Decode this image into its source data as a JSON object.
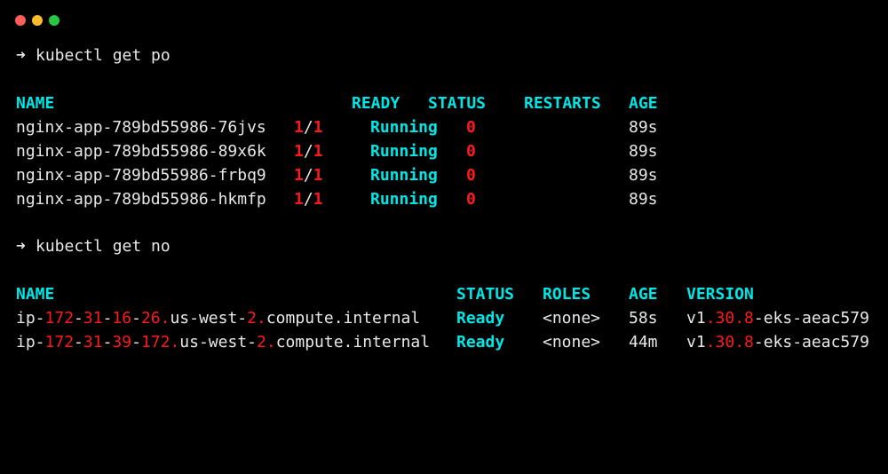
{
  "window": {
    "traffic_lights": [
      {
        "name": "close",
        "color": "#ff5f57"
      },
      {
        "name": "minimize",
        "color": "#febc2e"
      },
      {
        "name": "maximize",
        "color": "#28c840"
      }
    ]
  },
  "colors": {
    "background": "#000000",
    "header": "#00e5e5",
    "highlight": "#ff1a1a",
    "text": "#e8e8e8"
  },
  "commands": [
    {
      "prompt": "➜",
      "text": "kubectl get po"
    },
    {
      "prompt": "➜",
      "text": "kubectl get no"
    }
  ],
  "pods": {
    "headers": [
      "NAME",
      "READY",
      "STATUS",
      "RESTARTS",
      "AGE"
    ],
    "rows": [
      {
        "name": "nginx-app-789bd55986-76jvs",
        "ready_a": "1",
        "ready_sep": "/",
        "ready_b": "1",
        "status": "Running",
        "restarts": "0",
        "age": "89s"
      },
      {
        "name": "nginx-app-789bd55986-89x6k",
        "ready_a": "1",
        "ready_sep": "/",
        "ready_b": "1",
        "status": "Running",
        "restarts": "0",
        "age": "89s"
      },
      {
        "name": "nginx-app-789bd55986-frbq9",
        "ready_a": "1",
        "ready_sep": "/",
        "ready_b": "1",
        "status": "Running",
        "restarts": "0",
        "age": "89s"
      },
      {
        "name": "nginx-app-789bd55986-hkmfp",
        "ready_a": "1",
        "ready_sep": "/",
        "ready_b": "1",
        "status": "Running",
        "restarts": "0",
        "age": "89s"
      }
    ]
  },
  "nodes": {
    "headers": [
      "NAME",
      "STATUS",
      "ROLES",
      "AGE",
      "VERSION"
    ],
    "rows": [
      {
        "name_parts": [
          "ip-",
          "172",
          "-",
          "31",
          "-",
          "16",
          "-",
          "26.",
          "us-west-",
          "2.",
          "compute.internal"
        ],
        "status": "Ready",
        "roles": "<none>",
        "age": "58s",
        "version_parts": [
          "v1",
          ".30.8",
          "-eks-aeac579"
        ]
      },
      {
        "name_parts": [
          "ip-",
          "172",
          "-",
          "31",
          "-",
          "39",
          "-",
          "172.",
          "us-west-",
          "2.",
          "compute.internal"
        ],
        "status": "Ready",
        "roles": "<none>",
        "age": "44m",
        "version_parts": [
          "v1",
          ".30.8",
          "-eks-aeac579"
        ]
      }
    ]
  }
}
